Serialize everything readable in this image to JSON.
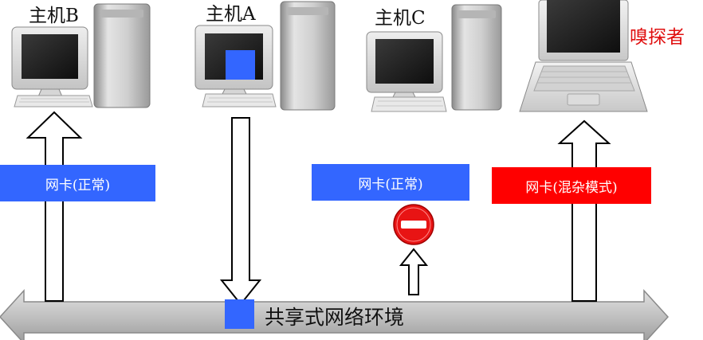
{
  "hosts": [
    {
      "label": "主机B"
    },
    {
      "label": "主机A"
    },
    {
      "label": "主机C"
    }
  ],
  "sniffer": {
    "label": "嗅探者",
    "color": "#e01010"
  },
  "nics": [
    {
      "label": "网卡(正常)",
      "color": "#3366ff"
    },
    {
      "label": "网卡(正常)",
      "color": "#3366ff"
    },
    {
      "label": "网卡(混杂模式)",
      "color": "#ff0000"
    }
  ],
  "network": {
    "label": "共享式网络环境",
    "bar_color": "#c0c0c0"
  },
  "packet_color": "#3366ff",
  "blocked_icon": "no-entry-icon"
}
